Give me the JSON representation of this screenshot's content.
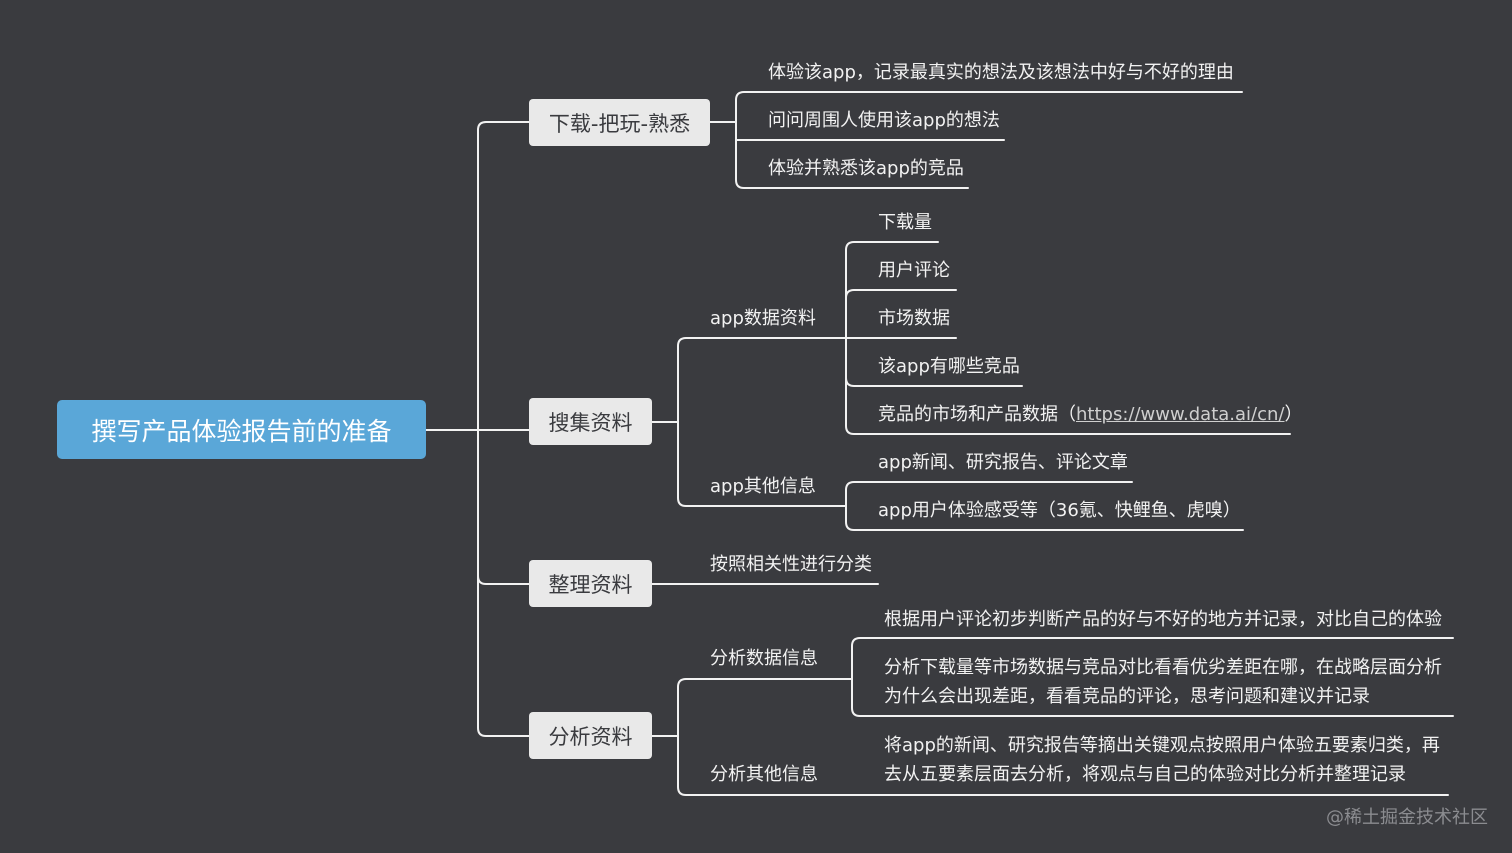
{
  "root": "撰写产品体验报告前的准备",
  "branches": [
    {
      "label": "下载-把玩-熟悉",
      "children": [
        "体验该app，记录最真实的想法及该想法中好与不好的理由",
        "问问周围人使用该app的想法",
        "体验并熟悉该app的竞品"
      ]
    },
    {
      "label": "搜集资料",
      "groups": [
        {
          "label": "app数据资料",
          "children": [
            "下载量",
            "用户评论",
            "市场数据",
            "该app有哪些竞品",
            "竞品的市场和产品数据（",
            "https://www.data.ai/cn/",
            "）"
          ]
        },
        {
          "label": "app其他信息",
          "children": [
            "app新闻、研究报告、评论文章",
            "app用户体验感受等（36氪、快鲤鱼、虎嗅）"
          ]
        }
      ]
    },
    {
      "label": "整理资料",
      "children": [
        "按照相关性进行分类"
      ]
    },
    {
      "label": "分析资料",
      "groups": [
        {
          "label": "分析数据信息",
          "children": [
            "根据用户评论初步判断产品的好与不好的地方并记录，对比自己的体验",
            "分析下载量等市场数据与竞品对比看看优劣差距在哪，在战略层面分析",
            "为什么会出现差距，看看竞品的评论，思考问题和建议并记录"
          ]
        },
        {
          "label": "分析其他信息",
          "children": [
            "将app的新闻、研究报告等摘出关键观点按照用户体验五要素归类，再",
            "去从五要素层面去分析，将观点与自己的体验对比分析并整理记录"
          ]
        }
      ]
    }
  ],
  "watermark": "@稀土掘金技术社区",
  "colors": {
    "background": "#3a3b3f",
    "root": "#5aa7d8",
    "branch": "#e9e9e9",
    "line": "#f2f2f2"
  }
}
